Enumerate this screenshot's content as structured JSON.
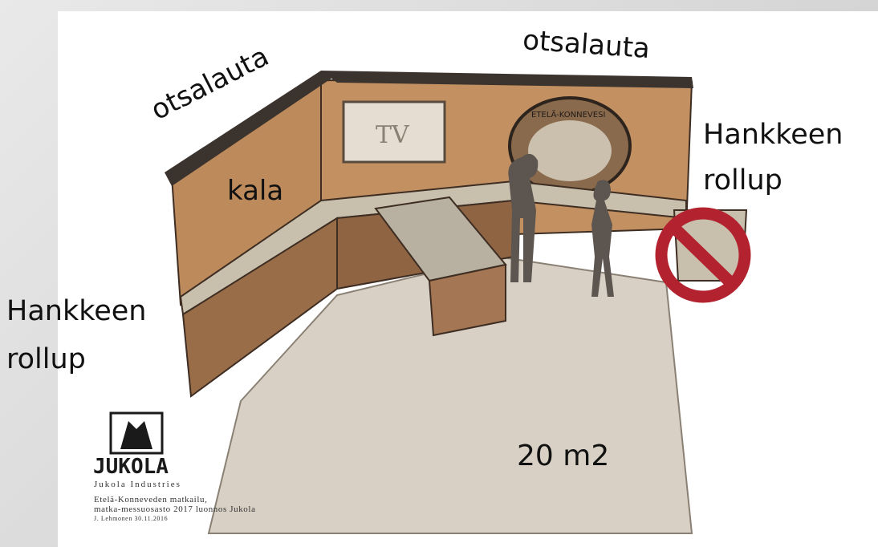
{
  "labels": {
    "header_left": "otsalauta",
    "header_right": "otsalauta",
    "fish": "kala",
    "rollup_right_line1": "Hankkeen",
    "rollup_right_line2": "rollup",
    "rollup_left_line1": "Hankkeen",
    "rollup_left_line2": "rollup",
    "floor_area": "20 m2"
  },
  "sketch": {
    "tv_text": "TV",
    "emblem_text": "ETELÄ-KONNEVESI"
  },
  "logo": {
    "wordmark": "JUKOLA",
    "company": "Jukola Industries",
    "caption_line1": "Etelä-Konneveden matkailu,",
    "caption_line2": "matka-messuosasto 2017 luonnos Jukola",
    "caption_line3": "J. Lehmonen 30.11.2016"
  },
  "colors": {
    "wood": "#b98658",
    "counter_top": "#c8c0ad",
    "floor": "#d8d0c4",
    "prohibit": "#b3232f"
  }
}
